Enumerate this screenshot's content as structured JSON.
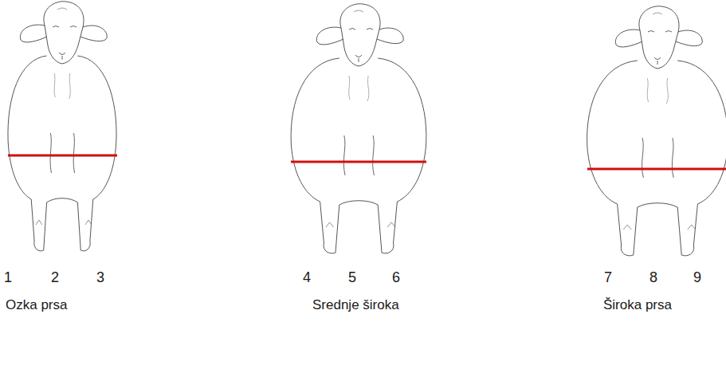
{
  "diagram": {
    "labels": [
      "1",
      "2",
      "3",
      "4",
      "5",
      "6",
      "7",
      "8",
      "9",
      "Ozka prsa",
      "Srednje široka",
      "Široka prsa"
    ]
  }
}
